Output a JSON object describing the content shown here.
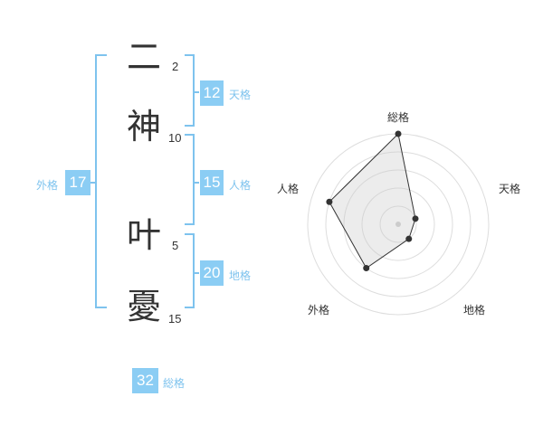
{
  "name": {
    "chars": [
      {
        "char": "二",
        "strokes": "2"
      },
      {
        "char": "神",
        "strokes": "10"
      },
      {
        "char": "叶",
        "strokes": "5"
      },
      {
        "char": "憂",
        "strokes": "15"
      }
    ]
  },
  "fortunes": {
    "tenkaku": {
      "value": "12",
      "label": "天格"
    },
    "jinkaku": {
      "value": "15",
      "label": "人格"
    },
    "chikaku": {
      "value": "20",
      "label": "地格"
    },
    "gaikaku": {
      "value": "17",
      "label": "外格"
    },
    "soukaku": {
      "value": "32",
      "label": "総格"
    }
  },
  "colors": {
    "accent": "#8bcdf4",
    "bracket": "#7ec3ee",
    "text": "#333333"
  },
  "chart_data": {
    "type": "radar",
    "axes": [
      "総格",
      "天格",
      "地格",
      "外格",
      "人格"
    ],
    "rings": 5,
    "max": 5,
    "values": [
      5,
      1,
      1,
      3,
      4
    ]
  }
}
